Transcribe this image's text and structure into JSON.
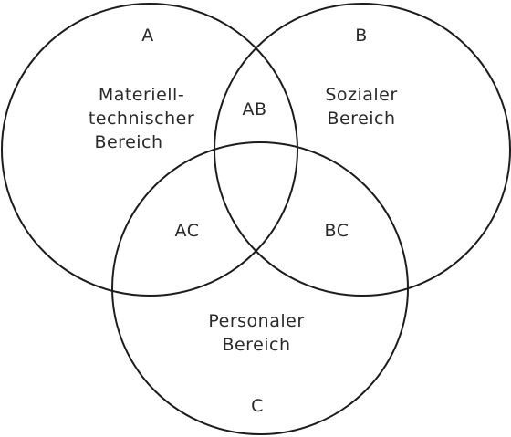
{
  "venn": {
    "sets": {
      "a": {
        "letter": "A",
        "name_lines": [
          "Materiell-",
          "technischer",
          "Bereich"
        ]
      },
      "b": {
        "letter": "B",
        "name_lines": [
          "Sozialer",
          "Bereich"
        ]
      },
      "c": {
        "letter": "C",
        "name_lines": [
          "Personaler",
          "Bereich"
        ]
      }
    },
    "intersections": {
      "ab": "AB",
      "ac": "AC",
      "bc": "BC"
    }
  }
}
